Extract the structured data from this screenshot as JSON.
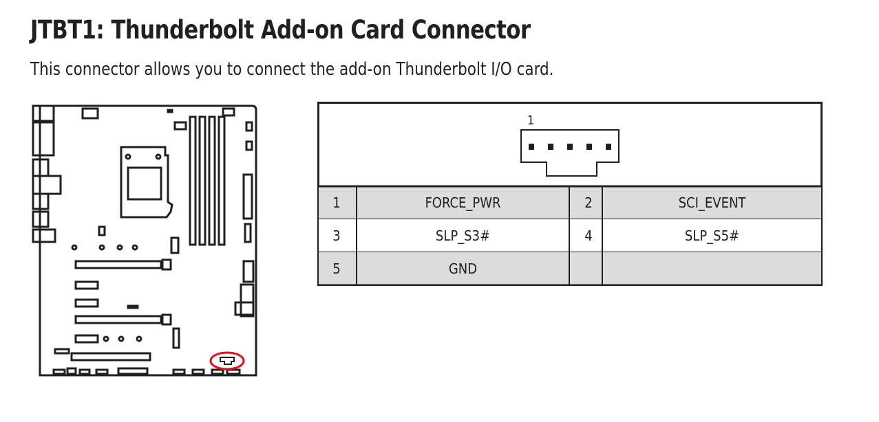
{
  "header": {
    "title": "JTBT1: Thunderbolt Add-on Card Connector",
    "description": "This connector allows you to connect the add-on Thunderbolt I/O card."
  },
  "board_diagram": {
    "highlight_color": "#e0121b",
    "highlighted_component": "JTBT1"
  },
  "connector": {
    "pin1_label": "1",
    "pin_count": 5
  },
  "pin_table": {
    "rows": [
      {
        "pin_a": "1",
        "signal_a": "FORCE_PWR",
        "pin_b": "2",
        "signal_b": "SCI_EVENT",
        "shaded": true
      },
      {
        "pin_a": "3",
        "signal_a": "SLP_S3#",
        "pin_b": "4",
        "signal_b": "SLP_S5#",
        "shaded": false
      },
      {
        "pin_a": "5",
        "signal_a": "GND",
        "pin_b": "",
        "signal_b": "",
        "shaded": true
      }
    ],
    "shade_color": "#dcdcdd"
  }
}
